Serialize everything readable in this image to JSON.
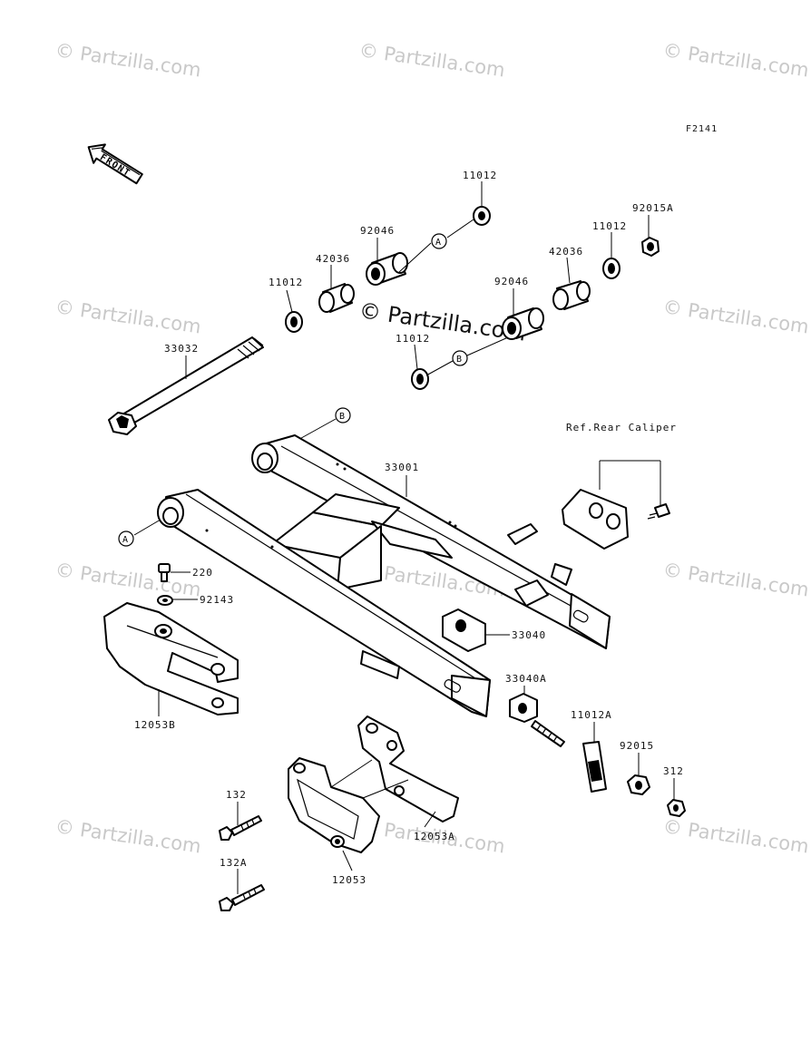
{
  "diagram": {
    "code": "F2141",
    "front_label": "FRONT",
    "reference_text": "Ref.Rear Caliper",
    "watermark": "© Partzilla.com",
    "labels": {
      "p11012_top": "11012",
      "p92046_top": "92046",
      "p42036_left": "42036",
      "p11012_left": "11012",
      "p92015a": "92015A",
      "p11012_right": "11012",
      "p42036_right": "42036",
      "p92046_right": "92046",
      "p11012_lower": "11012",
      "p33032": "33032",
      "p33001": "33001",
      "p220": "220",
      "p92143": "92143",
      "p12053b": "12053B",
      "p33040": "33040",
      "p33040a": "33040A",
      "p11012a": "11012A",
      "p92015": "92015",
      "p312": "312",
      "p132": "132",
      "p132a": "132A",
      "p12053a": "12053A",
      "p12053": "12053"
    },
    "callouts": {
      "a": "A",
      "b": "B"
    }
  }
}
